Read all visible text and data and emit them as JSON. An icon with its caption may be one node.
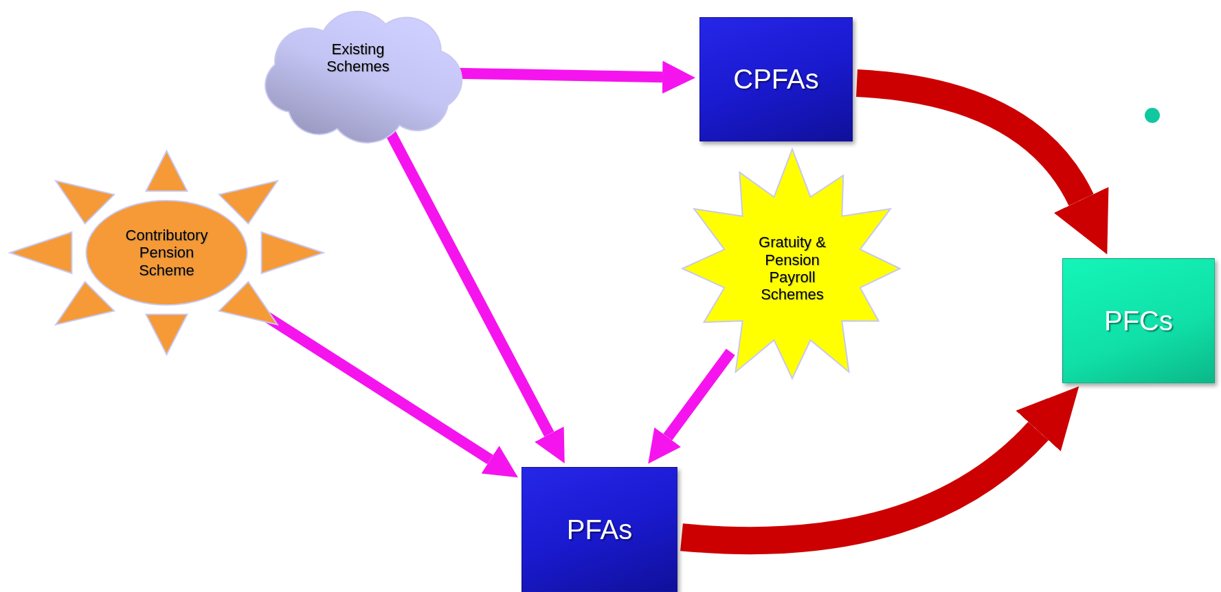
{
  "diagram": {
    "nodes": [
      {
        "text": [
          "Existing Schemes"
        ]
      },
      {
        "text": [
          "CPFAs"
        ]
      },
      {
        "text": [
          "Contributory Pension Scheme"
        ]
      },
      {
        "text": [
          "Gratuity & Pension Payroll Schemes"
        ]
      },
      {
        "text": [
          "PFAs"
        ]
      },
      {
        "text": [
          "PFCs"
        ]
      }
    ],
    "edges": [
      {
        "from": 0,
        "to": 1,
        "arrow": "to"
      },
      {
        "from": 0,
        "to": 4,
        "arrow": "to"
      },
      {
        "from": 2,
        "to": 4,
        "arrow": "to"
      },
      {
        "from": 3,
        "to": 4,
        "arrow": "to"
      },
      {
        "from": 1,
        "to": 5,
        "arrow": "to",
        "style": "thick",
        "color": "#cc0000"
      },
      {
        "from": 4,
        "to": 5,
        "arrow": "to",
        "style": "thick",
        "color": "#cc0000"
      }
    ]
  }
}
